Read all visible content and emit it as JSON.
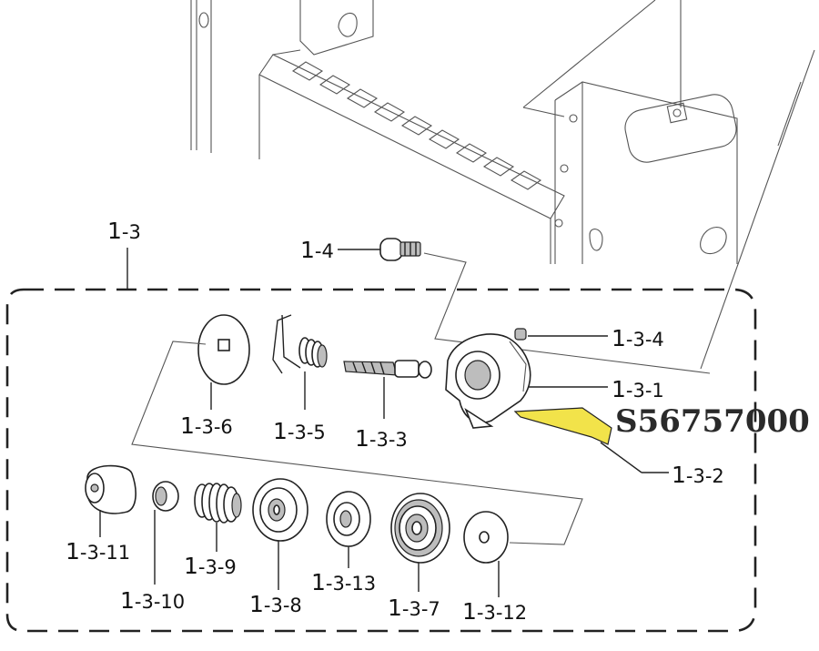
{
  "group_label": {
    "prefix": "1",
    "suffix": "-3"
  },
  "highlight_code": "S56757000",
  "highlight_color": "#f2e34a",
  "parts": [
    {
      "id": "p-1-4",
      "prefix": "1",
      "suffix": "-4"
    },
    {
      "id": "p-1-3-4",
      "prefix": "1",
      "suffix": "-3-4"
    },
    {
      "id": "p-1-3-1",
      "prefix": "1",
      "suffix": "-3-1"
    },
    {
      "id": "p-1-3-2",
      "prefix": "1",
      "suffix": "-3-2"
    },
    {
      "id": "p-1-3-6",
      "prefix": "1",
      "suffix": "-3-6"
    },
    {
      "id": "p-1-3-5",
      "prefix": "1",
      "suffix": "-3-5"
    },
    {
      "id": "p-1-3-3",
      "prefix": "1",
      "suffix": "-3-3"
    },
    {
      "id": "p-1-3-11",
      "prefix": "1",
      "suffix": "-3-11"
    },
    {
      "id": "p-1-3-10",
      "prefix": "1",
      "suffix": "-3-10"
    },
    {
      "id": "p-1-3-9",
      "prefix": "1",
      "suffix": "-3-9"
    },
    {
      "id": "p-1-3-8",
      "prefix": "1",
      "suffix": "-3-8"
    },
    {
      "id": "p-1-3-13",
      "prefix": "1",
      "suffix": "-3-13"
    },
    {
      "id": "p-1-3-7",
      "prefix": "1",
      "suffix": "-3-7"
    },
    {
      "id": "p-1-3-12",
      "prefix": "1",
      "suffix": "-3-12"
    }
  ]
}
